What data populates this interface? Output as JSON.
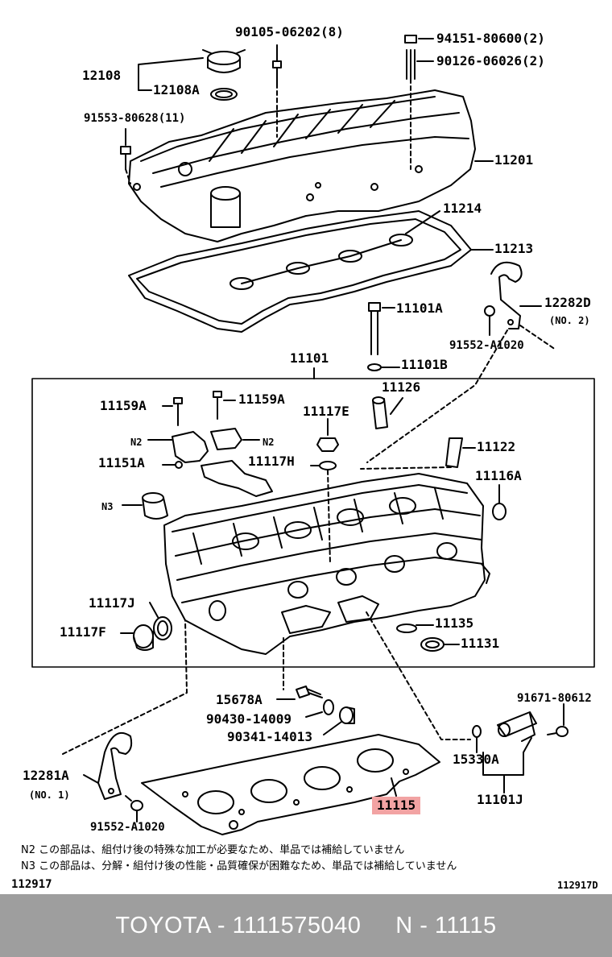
{
  "labels": {
    "p90105": "90105-06202(8)",
    "p94151": "94151-80600(2)",
    "p90126": "90126-06026(2)",
    "p12108": "12108",
    "p12108A": "12108A",
    "p91553": "91553-80628(11)",
    "p11201": "11201",
    "p11214": "11214",
    "p11213": "11213",
    "p11101A": "11101A",
    "p12282D": "12282D",
    "p12282D_no": "(NO. 2)",
    "p91552a": "91552-A1020",
    "p11101B": "11101B",
    "p11101": "11101",
    "p11159A_1": "11159A",
    "p11159A_2": "11159A",
    "p11126": "11126",
    "p11117E": "11117E",
    "pN2_1": "N2",
    "pN2_2": "N2",
    "p11151A": "11151A",
    "p11117H": "11117H",
    "p11122": "11122",
    "p11116A": "11116A",
    "pN3": "N3",
    "p11117J": "11117J",
    "p11117F": "11117F",
    "p11135": "11135",
    "p11131": "11131",
    "p15678A": "15678A",
    "p90430": "90430-14009",
    "p90341": "90341-14013",
    "p91671": "91671-80612",
    "p15330A": "15330A",
    "p12281A": "12281A",
    "p12281A_no": "(NO. 1)",
    "p11101J": "11101J",
    "p11115": "11115",
    "p91552b": "91552-A1020"
  },
  "notes": {
    "n2": "N2  この部品は、組付け後の特殊な加工が必要なため、単品では補給していません",
    "n3": "N3  この部品は、分解・組付け後の性能・品質確保が困難なため、単品では補給していません"
  },
  "corner_left": "112917",
  "corner_right": "112917D",
  "footer": {
    "text": "TOYOTA - 1111575040     N - 11115"
  },
  "colors": {
    "highlight": "#f2a3a3",
    "footer_bg": "#9e9e9e"
  }
}
